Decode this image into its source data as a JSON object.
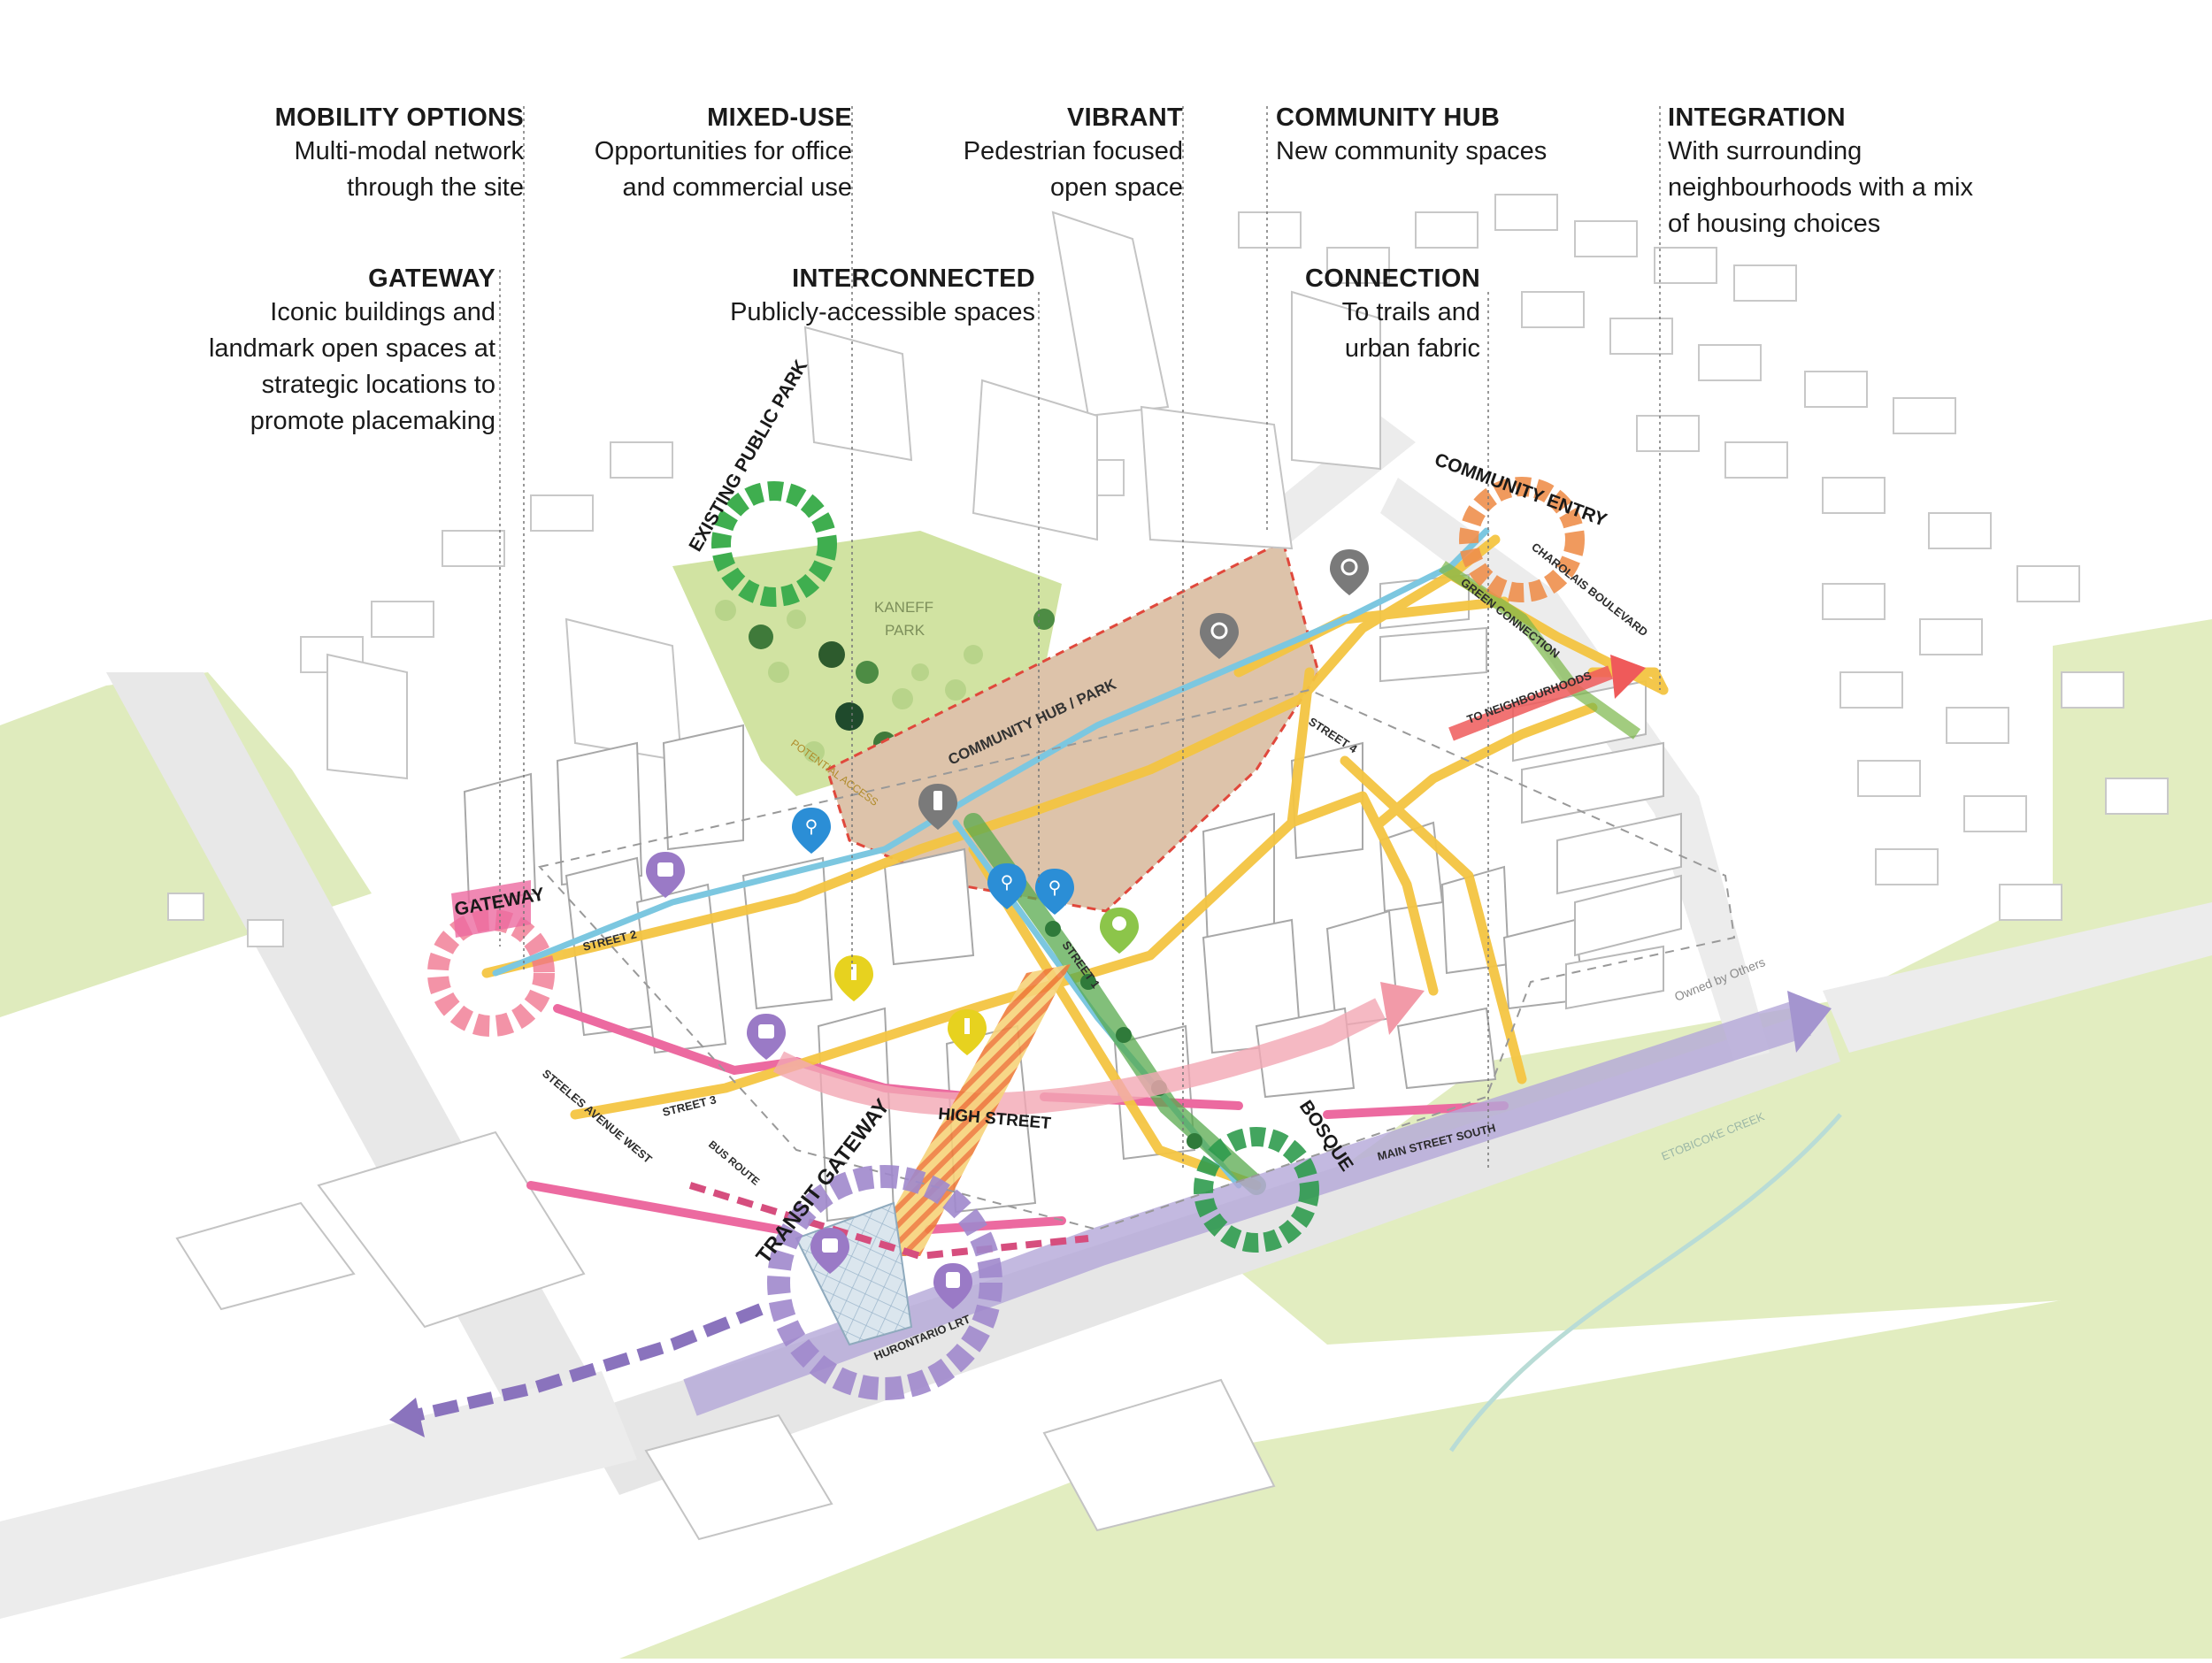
{
  "callouts": {
    "mobility": {
      "title": "MOBILITY OPTIONS",
      "lines": [
        "Multi-modal network",
        "through the site"
      ]
    },
    "mixed_use": {
      "title": "MIXED-USE",
      "lines": [
        "Opportunities for office",
        "and commercial use"
      ]
    },
    "vibrant": {
      "title": "VIBRANT",
      "lines": [
        "Pedestrian focused",
        "open space"
      ]
    },
    "community_hub": {
      "title": "COMMUNITY HUB",
      "lines": [
        "New community spaces"
      ]
    },
    "integration": {
      "title": "INTEGRATION",
      "lines": [
        "With surrounding",
        "neighbourhoods with a mix",
        "of housing choices"
      ]
    },
    "gateway": {
      "title": "GATEWAY",
      "lines": [
        "Iconic buildings and",
        "landmark open spaces at",
        "strategic locations to",
        "promote placemaking"
      ]
    },
    "interconnected": {
      "title": "INTERCONNECTED",
      "lines": [
        "Publicly-accessible spaces"
      ]
    },
    "connection": {
      "title": "CONNECTION",
      "lines": [
        "To trails and",
        "urban fabric"
      ]
    }
  },
  "map_labels": {
    "existing_public_park": "EXISTING PUBLIC PARK",
    "community_entry": "COMMUNITY ENTRY",
    "kaneff_park_1": "KANEFF",
    "kaneff_park_2": "PARK",
    "community_hub_park": "COMMUNITY HUB / PARK",
    "potential_access": "POTENTIAL ACCESS",
    "green_connection": "GREEN CONNECTION",
    "charolais_boulevard": "CHAROLAIS BOULEVARD",
    "to_neighbourhoods": "TO NEIGHBOURHOODS",
    "street_4": "STREET 4",
    "street_2": "STREET 2",
    "street_1": "STREET 1",
    "street_3": "STREET 3",
    "gateway": "GATEWAY",
    "high_street": "HIGH STREET",
    "bosque": "BOSQUE",
    "main_street_south": "MAIN STREET SOUTH",
    "etobicoke_creek": "ETOBICOKE CREEK",
    "owned_by_others": "Owned by Others",
    "steeles_avenue_west": "STEELES AVENUE WEST",
    "bus_route": "BUS ROUTE",
    "transit_gateway": "TRANSIT GATEWAY",
    "hurontario_lrt": "HURONTARIO LRT"
  },
  "colors": {
    "green_space": "#dde9b9",
    "park": "#cfe3a0",
    "hub": "#dcc2a8",
    "yellow_route": "#f4c542",
    "blue_route": "#7cc7e0",
    "pink": "#ec6aa0",
    "purple": "#9b86c4",
    "orange": "#ef9a4f",
    "dark_green": "#2f9b4e"
  },
  "icons": [
    "bike-icon",
    "bus-icon",
    "train-icon",
    "pedestrian-icon",
    "traffic-light-icon",
    "turn-arrow-icon",
    "tree-icon"
  ]
}
